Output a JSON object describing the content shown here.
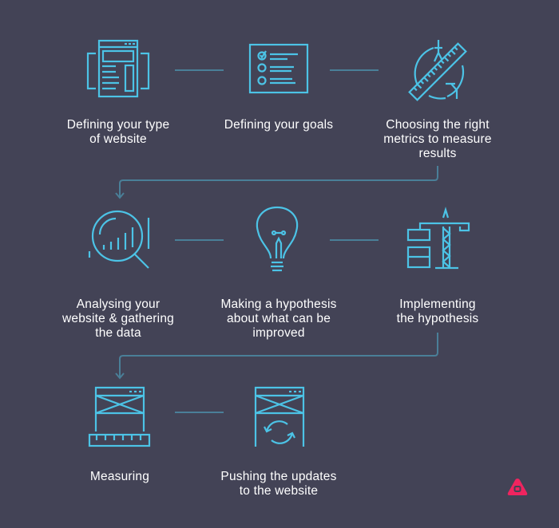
{
  "diagram": {
    "type": "process-flow",
    "colors": {
      "background": "#434356",
      "icon_stroke": "#4cc3e6",
      "connector": "#4a7f98",
      "text": "#ffffff",
      "brand_accent": "#f0245f"
    },
    "steps": [
      {
        "order": 1,
        "icon": "website-layout-icon",
        "lines": [
          "Defining your type",
          "of website"
        ]
      },
      {
        "order": 2,
        "icon": "checklist-icon",
        "lines": [
          "Defining your goals"
        ]
      },
      {
        "order": 3,
        "icon": "ruler-compass-icon",
        "lines": [
          "Choosing the right",
          "metrics to measure",
          "results"
        ]
      },
      {
        "order": 4,
        "icon": "magnifier-chart-icon",
        "lines": [
          "Analysing your",
          "website & gathering",
          "the data"
        ]
      },
      {
        "order": 5,
        "icon": "lightbulb-icon",
        "lines": [
          "Making a hypothesis",
          "about what can be",
          "improved"
        ]
      },
      {
        "order": 6,
        "icon": "crane-icon",
        "lines": [
          "Implementing",
          "the hypothesis"
        ]
      },
      {
        "order": 7,
        "icon": "measuring-frame-icon",
        "lines": [
          "Measuring"
        ]
      },
      {
        "order": 8,
        "icon": "refresh-frame-icon",
        "lines": [
          "Pushing the updates",
          "to the website"
        ]
      }
    ],
    "connections": [
      {
        "from": 1,
        "to": 2
      },
      {
        "from": 2,
        "to": 3
      },
      {
        "from": 3,
        "to": 4,
        "style": "elbow-arrow"
      },
      {
        "from": 4,
        "to": 5
      },
      {
        "from": 5,
        "to": 6
      },
      {
        "from": 6,
        "to": 7,
        "style": "elbow-arrow"
      },
      {
        "from": 7,
        "to": 8
      }
    ],
    "brand_logo": "triangle-logo-icon"
  }
}
